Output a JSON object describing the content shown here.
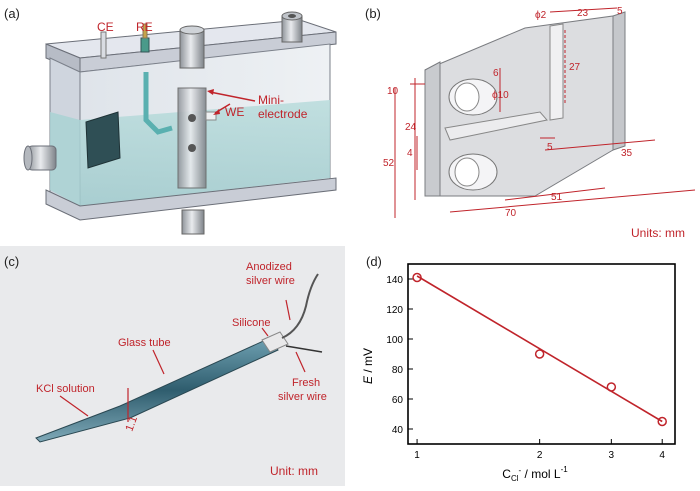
{
  "panels": {
    "a": {
      "label": "(a)",
      "labels": {
        "ce": "CE",
        "re": "RE",
        "we": "WE",
        "mini": "Mini-",
        "mini2": "electrode"
      }
    },
    "b": {
      "label": "(b)",
      "dims": [
        "ϕ2",
        "23",
        "5",
        "10",
        "6",
        "ϕ10",
        "27",
        "24",
        "4",
        "52",
        "5",
        "35",
        "51",
        "70"
      ],
      "units": "Units: mm"
    },
    "c": {
      "label": "(c)",
      "labels": {
        "anodized1": "Anodized",
        "anodized2": "silver wire",
        "silicone": "Silicone",
        "glass": "Glass tube",
        "kcl": "KCl solution",
        "fresh1": "Fresh",
        "fresh2": "silver wire",
        "dim": "1.1"
      },
      "units": "Unit: mm"
    },
    "d": {
      "label": "(d)"
    }
  },
  "chart_data": {
    "type": "line",
    "title": "",
    "xlabel": "C_Cl- / mol L-1",
    "ylabel": "E / mV",
    "xscale": "log",
    "xlim": [
      0.95,
      4.3
    ],
    "ylim": [
      30,
      150
    ],
    "xticks": [
      "1",
      "2",
      "3",
      "4"
    ],
    "yticks": [
      "40",
      "60",
      "80",
      "100",
      "120",
      "140"
    ],
    "series": [
      {
        "marker": "open-circle",
        "color": "#c0242b",
        "x": [
          1,
          2,
          3,
          4
        ],
        "y": [
          141,
          90,
          68,
          45
        ]
      },
      {
        "style": "fit-line",
        "color": "#c0242b",
        "x": [
          1,
          4
        ],
        "y": [
          142,
          45
        ]
      }
    ]
  },
  "chart_text": {
    "xlabel_main": "C",
    "xlabel_sub": "Cl",
    "xlabel_sup": "-",
    "xlabel_rest": " / mol L",
    "xlabel_exp": "-1",
    "ylabel_main": "E",
    "ylabel_rest": " / mV"
  }
}
